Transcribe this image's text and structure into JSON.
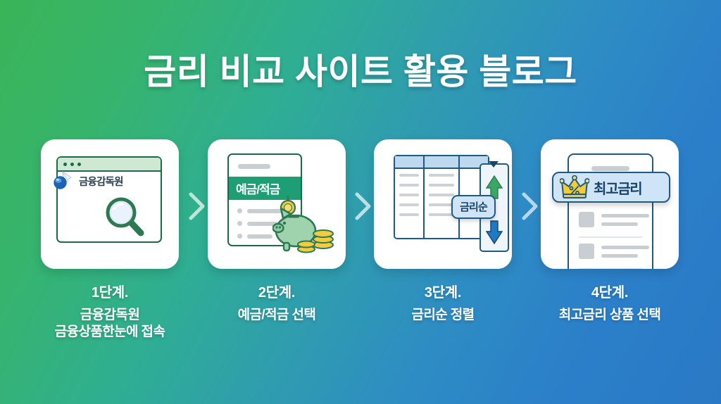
{
  "page": {
    "title": "금리 비교 사이트 활용 블로그",
    "background_from": "#3bb457",
    "background_to": "#2a79c6"
  },
  "arrows": {
    "chevron_1": "chevron-right",
    "chevron_2": "chevron-right",
    "chevron_3": "chevron-right"
  },
  "steps": [
    {
      "number": "1단계.",
      "description": "금융감독원\n금융상품한눈에 접속",
      "card": {
        "type": "browser-window",
        "logo_text": "금융감독원",
        "icons": [
          "fss-logo-icon",
          "magnifier-icon",
          "window-dot"
        ]
      }
    },
    {
      "number": "2단계.",
      "description": "예금/적금 선택",
      "card": {
        "type": "document-list",
        "banner_text": "예금/적금",
        "icons": [
          "piggy-bank-icon",
          "coin-stack-icon"
        ]
      }
    },
    {
      "number": "3단계.",
      "description": "금리순 정렬",
      "card": {
        "type": "sortable-table",
        "badge_text": "금리순",
        "icons": [
          "arrow-up-icon",
          "arrow-down-icon",
          "caret-down-icon"
        ]
      }
    },
    {
      "number": "4단계.",
      "description": "최고금리 상품 선택",
      "card": {
        "type": "phone-list",
        "badge_text": "최고금리",
        "icons": [
          "crown-icon",
          "percent-icon"
        ]
      }
    }
  ],
  "colors": {
    "green": "#1c6b46",
    "banner_green": "#1e9e74",
    "navy": "#1f5a86",
    "badge_fill": "#cfe5f7",
    "gold": "#f2cb3b",
    "arrow_up_green": "#3aa864",
    "arrow_down_blue": "#2079c4"
  }
}
